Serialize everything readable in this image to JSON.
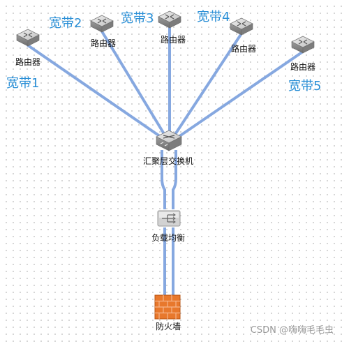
{
  "routers": [
    {
      "label": "路由器",
      "bandwidth": "宽带1"
    },
    {
      "label": "路由器",
      "bandwidth": "宽带2"
    },
    {
      "label": "路由器",
      "bandwidth": "宽带3"
    },
    {
      "label": "路由器",
      "bandwidth": "宽带4"
    },
    {
      "label": "路由器",
      "bandwidth": "宽带5"
    }
  ],
  "switch": {
    "label": "汇聚层交换机"
  },
  "load_balancer": {
    "label": "负载均衡"
  },
  "firewall": {
    "label": "防火墙"
  },
  "watermark": "CSDN @嗨嗨毛毛虫",
  "colors": {
    "link": "#86a8e0",
    "bandwidth_text": "#2a8fd6",
    "router": "#8e8e8e",
    "firewall": "#e8782c"
  }
}
